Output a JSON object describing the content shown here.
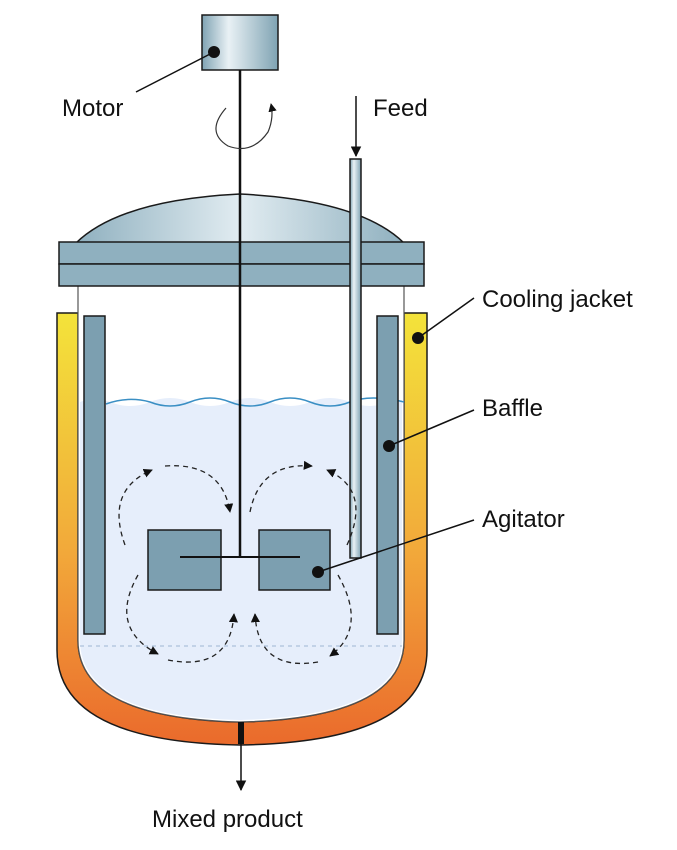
{
  "labels": {
    "motor": "Motor",
    "feed": "Feed",
    "cooling_jacket": "Cooling jacket",
    "baffle": "Baffle",
    "agitator": "Agitator",
    "mixed_product": "Mixed product"
  },
  "colors": {
    "steel": "#8fb0bf",
    "steel_stroke": "#1a1a1a",
    "liquid": "#e6eefb",
    "surface_line": "#3a8fc4",
    "jacket_top": "#f3e33a",
    "jacket_bottom": "#ea6a2c"
  }
}
